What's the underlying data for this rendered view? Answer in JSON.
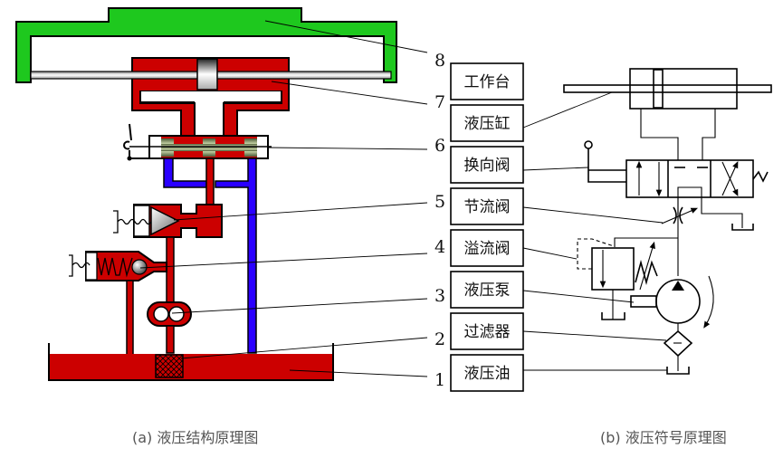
{
  "figure": {
    "colors": {
      "oil_red": "#cc0000",
      "table_green": "#1ec81e",
      "return_blue": "#2a00ff",
      "spool_green": "#a9b98a"
    },
    "callout_numbers": [
      "8",
      "7",
      "6",
      "5",
      "4",
      "3",
      "2",
      "1"
    ],
    "component_labels": [
      "工作台",
      "液压缸",
      "换向阀",
      "节流阀",
      "溢流阀",
      "液压泵",
      "过滤器",
      "液压油"
    ],
    "captions": {
      "left": "(a) 液压结构原理图",
      "right": "(b) 液压符号原理图"
    }
  }
}
